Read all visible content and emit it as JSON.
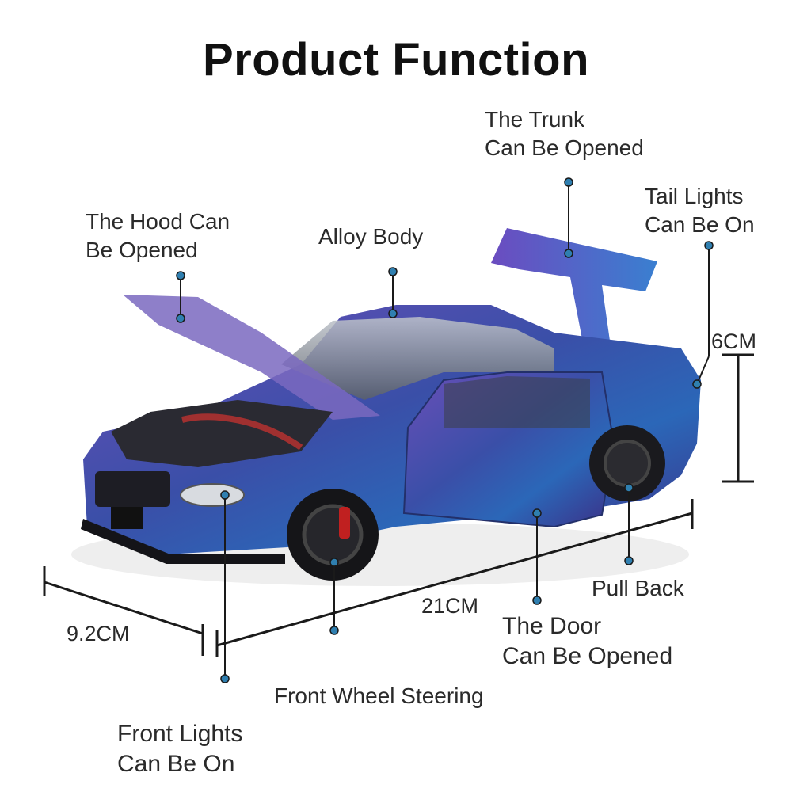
{
  "title": "Product Function",
  "features": {
    "trunk": [
      "The Trunk",
      "Can Be Opened"
    ],
    "tail_lights": [
      "Tail Lights",
      "Can Be On"
    ],
    "hood": [
      "The Hood Can",
      "Be Opened"
    ],
    "alloy_body": [
      "Alloy Body"
    ],
    "pull_back": [
      "Pull Back"
    ],
    "door": [
      "The Door",
      "Can Be Opened"
    ],
    "front_wheel": [
      "Front Wheel Steering"
    ],
    "front_lights": [
      "Front Lights",
      "Can Be On"
    ]
  },
  "dimensions": {
    "height": "6CM",
    "length": "21CM",
    "width": "9.2CM"
  },
  "colors": {
    "car_purple": "#4a3a9a",
    "car_blue": "#2f5fb0",
    "callout_dot": "#2f7fb0",
    "line": "#1a1a1a"
  }
}
